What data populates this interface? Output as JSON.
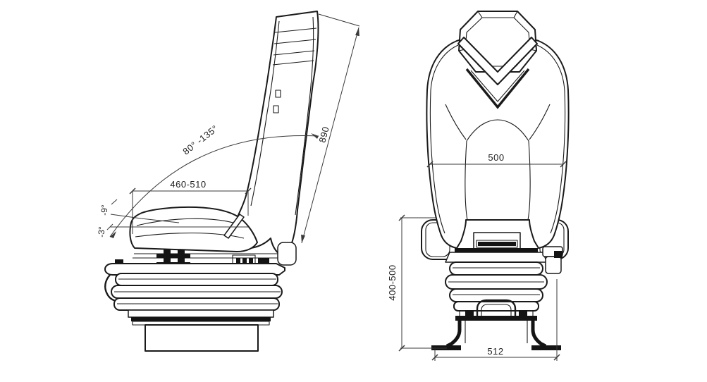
{
  "drawing": {
    "colors": {
      "background": "#ffffff",
      "line": "#1a1a1a",
      "dimension": "#3a3a3a",
      "text": "#222222"
    },
    "side_view": {
      "dims": {
        "backrest_angle_range": "80° -135°",
        "cushion_depth_range": "460-510",
        "backrest_height": "890",
        "cushion_tilt_front": "-9°",
        "cushion_tilt_rear": "-3°"
      }
    },
    "front_view": {
      "dims": {
        "backrest_width": "500",
        "suspension_height_range": "400-500",
        "base_width": "512"
      }
    }
  }
}
